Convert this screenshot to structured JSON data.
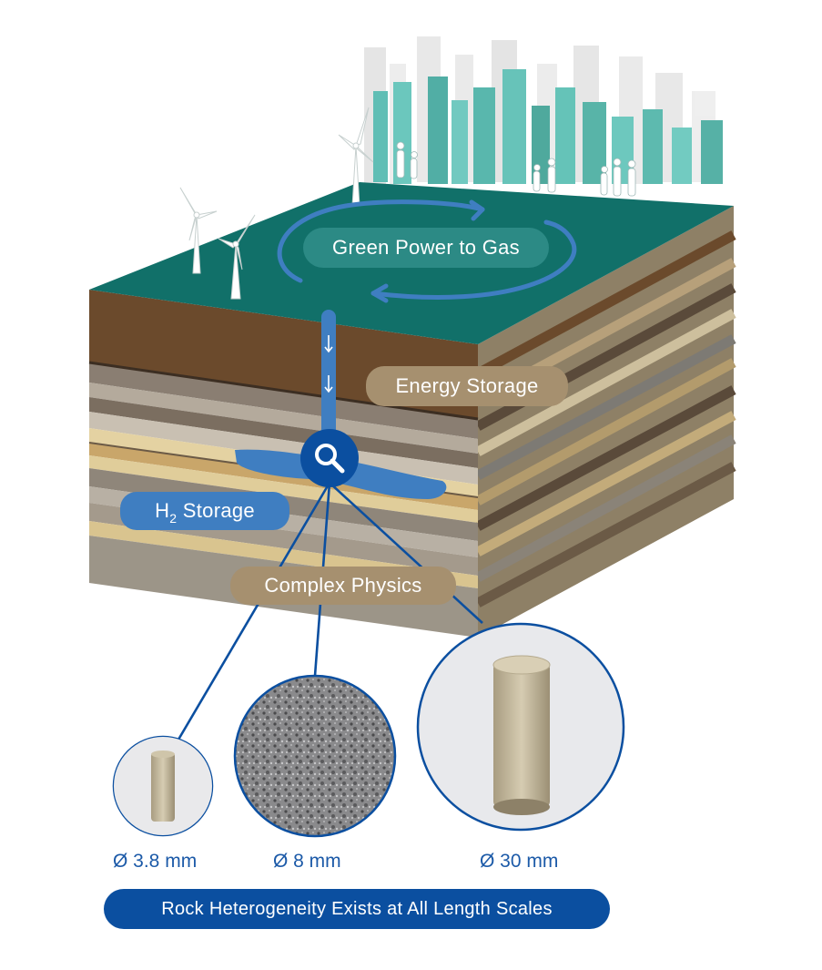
{
  "labels": {
    "green_power": "Green Power to Gas",
    "energy_storage": "Energy Storage",
    "h2_main": "H",
    "h2_sub": "2",
    "h2_rest": " Storage",
    "complex_physics": "Complex Physics"
  },
  "samples": [
    {
      "diameter": "Ø 3.8 mm"
    },
    {
      "diameter": "Ø 8 mm"
    },
    {
      "diameter": "Ø 30 mm"
    }
  ],
  "banner": "Rock Heterogeneity Exists at All Length Scales",
  "icons": [
    "wind-turbine-icon",
    "city-skyline-icon",
    "people-icon",
    "cycle-arrow-icon",
    "down-arrow-icon",
    "magnifier-icon"
  ],
  "colors": {
    "surface": "#117069",
    "soil_top": "#6b4a2c",
    "well": "#3f7ec1",
    "magnifier": "#0b4fa0",
    "label_tan": "#a6906f",
    "label_teal": "#2c8a85",
    "banner": "#0b4fa0"
  }
}
